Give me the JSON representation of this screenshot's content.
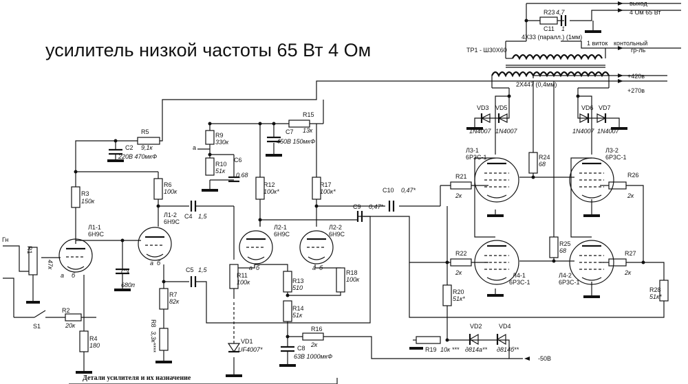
{
  "title": "усилитель низкой частоты 65 Вт 4 Ом",
  "footer": "Детали усилителя и их назначение",
  "output": {
    "line1": "выход",
    "line2": "4 Ом 65 Вт"
  },
  "transformer": {
    "name": "ТР1 - Ш30Х60",
    "primary": "2Х447 (0,4мм)",
    "secondary": "4Х33 (паралл.) (1мм)",
    "control_label1": "1 виток",
    "control_label2": "контольный",
    "control_label3": "гр-ль"
  },
  "rails": {
    "plus420": "+420в",
    "plus270": "+270в",
    "minus50": "-50В"
  },
  "input_label": "Гн",
  "switch_label": "S1",
  "tube_pin_labels": {
    "a": "а",
    "b": "б"
  },
  "node_label_a": "а",
  "components": {
    "R1": {
      "name": "R1",
      "value": "47к"
    },
    "R2": {
      "name": "R2",
      "value": "20к"
    },
    "R3": {
      "name": "R3",
      "value": "150к"
    },
    "R4": {
      "name": "R4",
      "value": "180"
    },
    "R5": {
      "name": "R5",
      "value": "9,1к"
    },
    "R6": {
      "name": "R6",
      "value": "100к"
    },
    "R7": {
      "name": "R7",
      "value": "82к"
    },
    "R8": {
      "name": "R8",
      "value": "3,3к****"
    },
    "R9": {
      "name": "R9",
      "value": "330к"
    },
    "R10": {
      "name": "R10",
      "value": "51к"
    },
    "R11": {
      "name": "R11",
      "value": "100к"
    },
    "R12": {
      "name": "R12",
      "value": "100к*"
    },
    "R13": {
      "name": "R13",
      "value": "510"
    },
    "R14": {
      "name": "R14",
      "value": "51к"
    },
    "R15": {
      "name": "R15",
      "value": "13к"
    },
    "R16": {
      "name": "R16",
      "value": "2к"
    },
    "R17": {
      "name": "R17",
      "value": "100к*"
    },
    "R18": {
      "name": "R18",
      "value": "100к"
    },
    "R19": {
      "name": "R19",
      "value": "10к ***"
    },
    "R20": {
      "name": "R20",
      "value": "51к*"
    },
    "R21": {
      "name": "R21",
      "value": "2к"
    },
    "R22": {
      "name": "R22",
      "value": "2к"
    },
    "R23": {
      "name": "R23",
      "value": "4,7"
    },
    "R24": {
      "name": "R24",
      "value": "68"
    },
    "R25": {
      "name": "R25",
      "value": "68"
    },
    "R26": {
      "name": "R26",
      "value": "2к"
    },
    "R27": {
      "name": "R27",
      "value": "2к"
    },
    "R28": {
      "name": "R28",
      "value": "51к*"
    },
    "C2": {
      "name": "C2",
      "value": "220В 470мкФ"
    },
    "C3": {
      "name": "C3",
      "value": "680п"
    },
    "C4": {
      "name": "C4",
      "value": "1,5"
    },
    "C5": {
      "name": "C5",
      "value": "1,5"
    },
    "C6": {
      "name": "C6",
      "value": "0,68"
    },
    "C7": {
      "name": "C7",
      "value": "450В 150мкФ"
    },
    "C8": {
      "name": "C8",
      "value": "63В 1000мкФ"
    },
    "C9": {
      "name": "C9",
      "value": "0,47*"
    },
    "C10": {
      "name": "C10",
      "value": "0,47*"
    },
    "C11": {
      "name": "C11",
      "value": "1"
    },
    "VD1": {
      "name": "VD1",
      "value": "UF4007*"
    },
    "VD2": {
      "name": "VD2",
      "value": "д814а**"
    },
    "VD3": {
      "name": "VD3",
      "value": "1N4007"
    },
    "VD4": {
      "name": "VD4",
      "value": "д814б**"
    },
    "VD5": {
      "name": "VD5",
      "value": "1N4007"
    },
    "VD6": {
      "name": "VD6",
      "value": "1N4007"
    },
    "VD7": {
      "name": "VD7",
      "value": "1N4007"
    },
    "L1_1": {
      "name": "Л1-1",
      "value": "6Н9С"
    },
    "L1_2": {
      "name": "Л1-2",
      "value": "6Н9С"
    },
    "L2_1": {
      "name": "Л2-1",
      "value": "6Н9С"
    },
    "L2_2": {
      "name": "Л2-2",
      "value": "6Н9С"
    },
    "L3_1": {
      "name": "Л3-1",
      "value": "6Р3С-1"
    },
    "L3_2": {
      "name": "Л3-2",
      "value": "6Р3С-1"
    },
    "L4_1": {
      "name": "Л4-1",
      "value": "6Р3С-1"
    },
    "L4_2": {
      "name": "Л4-2",
      "value": "6Р3С-1"
    }
  }
}
